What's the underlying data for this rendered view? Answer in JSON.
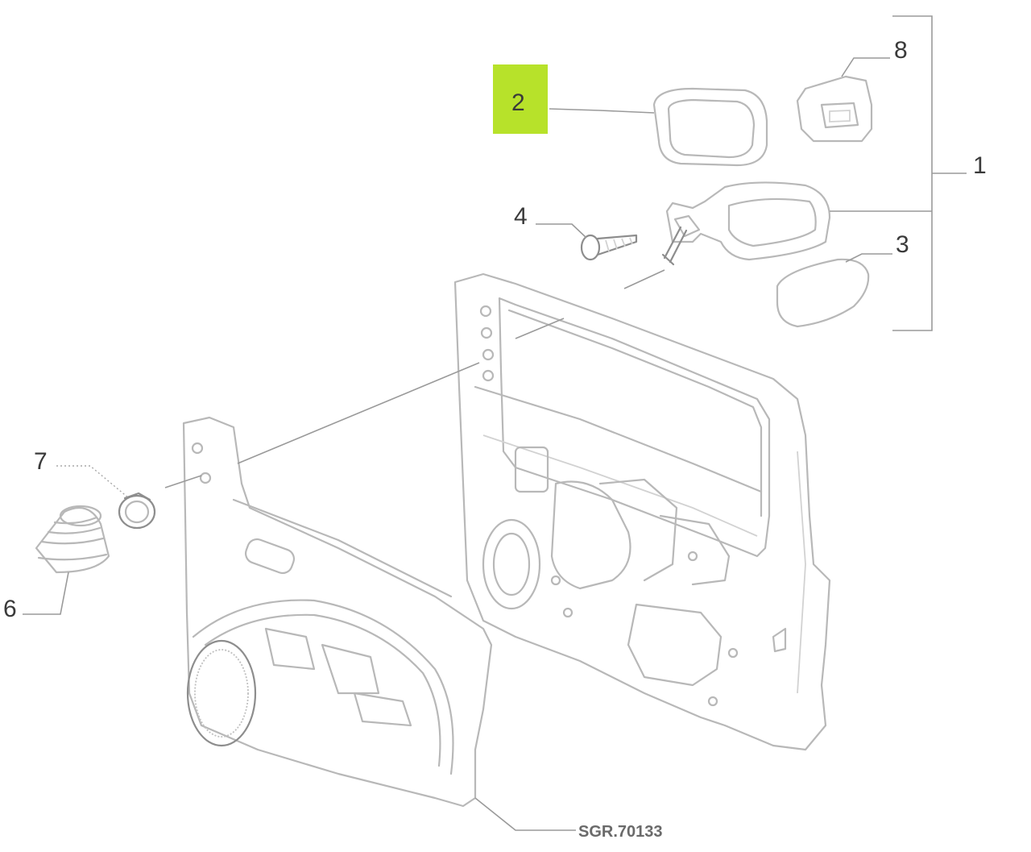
{
  "highlight_color": "#b7e22a",
  "callouts": {
    "c1": "1",
    "c2": "2",
    "c3": "3",
    "c4": "4",
    "c6": "6",
    "c7": "7",
    "c8": "8"
  },
  "drawing_ref": "SGR.70133",
  "icons": {
    "mirror_cover": "mirror-cover-icon",
    "mirror_assembly": "side-mirror-icon",
    "mirror_glass": "mirror-glass-icon",
    "cap": "mirror-cap-icon",
    "screw": "screw-icon",
    "grommet": "grommet-icon",
    "clip": "clip-ring-icon",
    "door": "door-frame-icon",
    "trim_panel": "door-trim-panel-icon"
  }
}
